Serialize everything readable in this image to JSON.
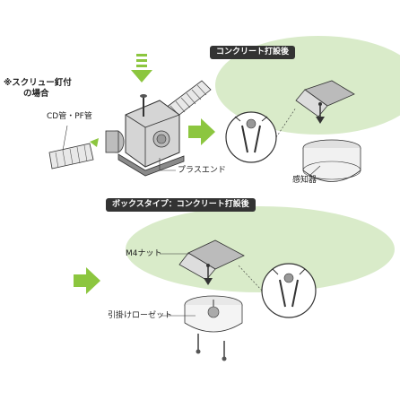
{
  "labels": {
    "screw_title_1": "※スクリュー釘付",
    "screw_title_2": "の場合",
    "cd_pf": "CD管・PF管",
    "plus_end": "プラスエンド",
    "concrete_badge": "コンクリート打設後",
    "sensor": "感知器",
    "box_badge": "ボックスタイプ：コンクリート打設後",
    "m4_nut": "M4ナット",
    "rosette": "引掛けローゼット"
  },
  "colors": {
    "arrow_green": "#8cc63f",
    "ceiling_green": "#d9ebc9",
    "badge_bg": "#333333",
    "line": "#333333",
    "gray": "#c8c8c8",
    "dark_gray": "#8a8a8a"
  }
}
